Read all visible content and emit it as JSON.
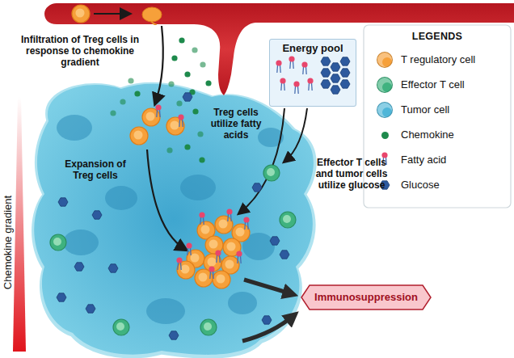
{
  "diagram": {
    "nodes": [
      {
        "text": [
          "Energy pool"
        ]
      },
      {
        "text": [
          "Immunosuppression"
        ]
      }
    ],
    "labels": [
      "Infiltration of Treg cells in response to chemokine gradient",
      "Chemokine gradient",
      "Expansion of Treg cells",
      "Treg cells utilize fatty acids",
      "Effector T cells and tumor cells utilize glucose",
      "LEGENDS"
    ],
    "legend": [
      {
        "text": "T regulatory cell",
        "color": "#f6a03a"
      },
      {
        "text": "Effector T cell",
        "color": "#3fb27f"
      },
      {
        "text": "Tumor cell",
        "color": "#4fb6d8"
      },
      {
        "text": "Chemokine",
        "color": "#1e8a4c"
      },
      {
        "text": "Fatty acid"
      },
      {
        "text": "Glucose"
      }
    ]
  }
}
